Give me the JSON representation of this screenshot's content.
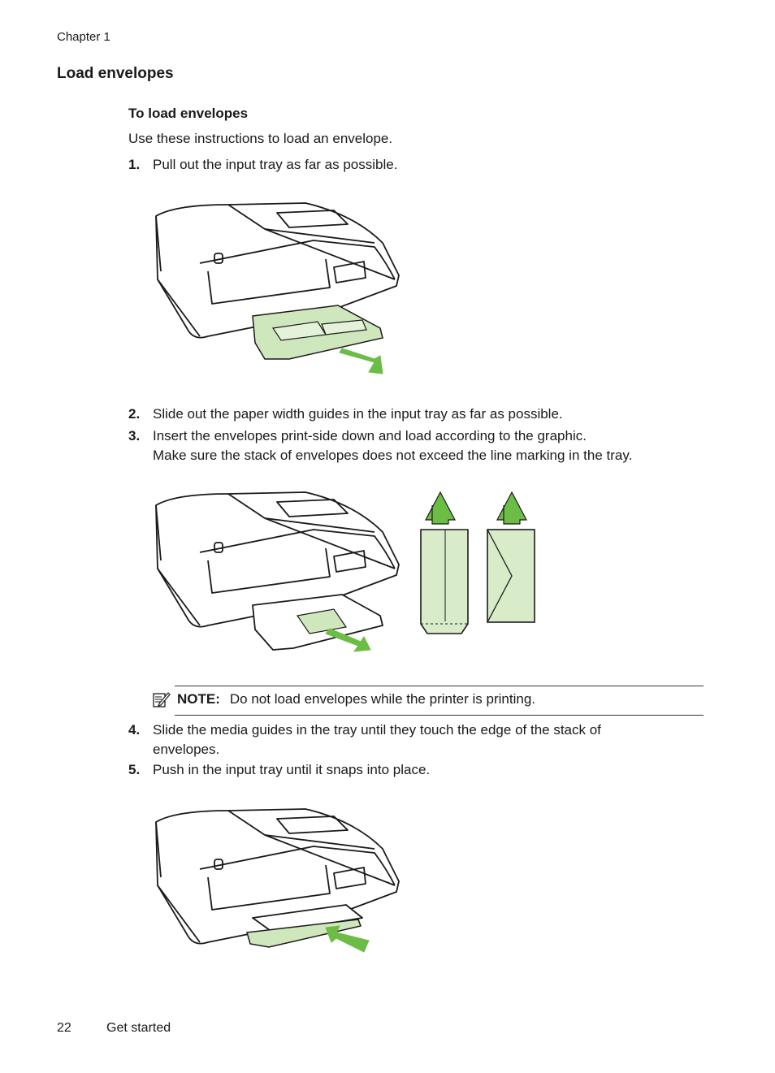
{
  "header": {
    "chapter": "Chapter 1"
  },
  "section": {
    "title": "Load envelopes",
    "subtitle": "To load envelopes",
    "intro": "Use these instructions to load an envelope."
  },
  "steps": [
    {
      "num": "1.",
      "text": "Pull out the input tray as far as possible."
    },
    {
      "num": "2.",
      "text": "Slide out the paper width guides in the input tray as far as possible."
    },
    {
      "num": "3.",
      "text": "Insert the envelopes print-side down and load according to the graphic.",
      "text2": "Make sure the stack of envelopes does not exceed the line marking in the tray."
    },
    {
      "num": "4.",
      "text": "Slide the media guides in the tray until they touch the edge of the stack of",
      "text2": "envelopes."
    },
    {
      "num": "5.",
      "text": "Push in the input tray until it snaps into place."
    }
  ],
  "note": {
    "label": "NOTE:",
    "text": "Do not load envelopes while the printer is printing."
  },
  "footer": {
    "page_number": "22",
    "section": "Get started"
  },
  "colors": {
    "accent_green": "#6cbd45",
    "light_green": "#d9ecc9",
    "ink": "#1a1a1a"
  }
}
